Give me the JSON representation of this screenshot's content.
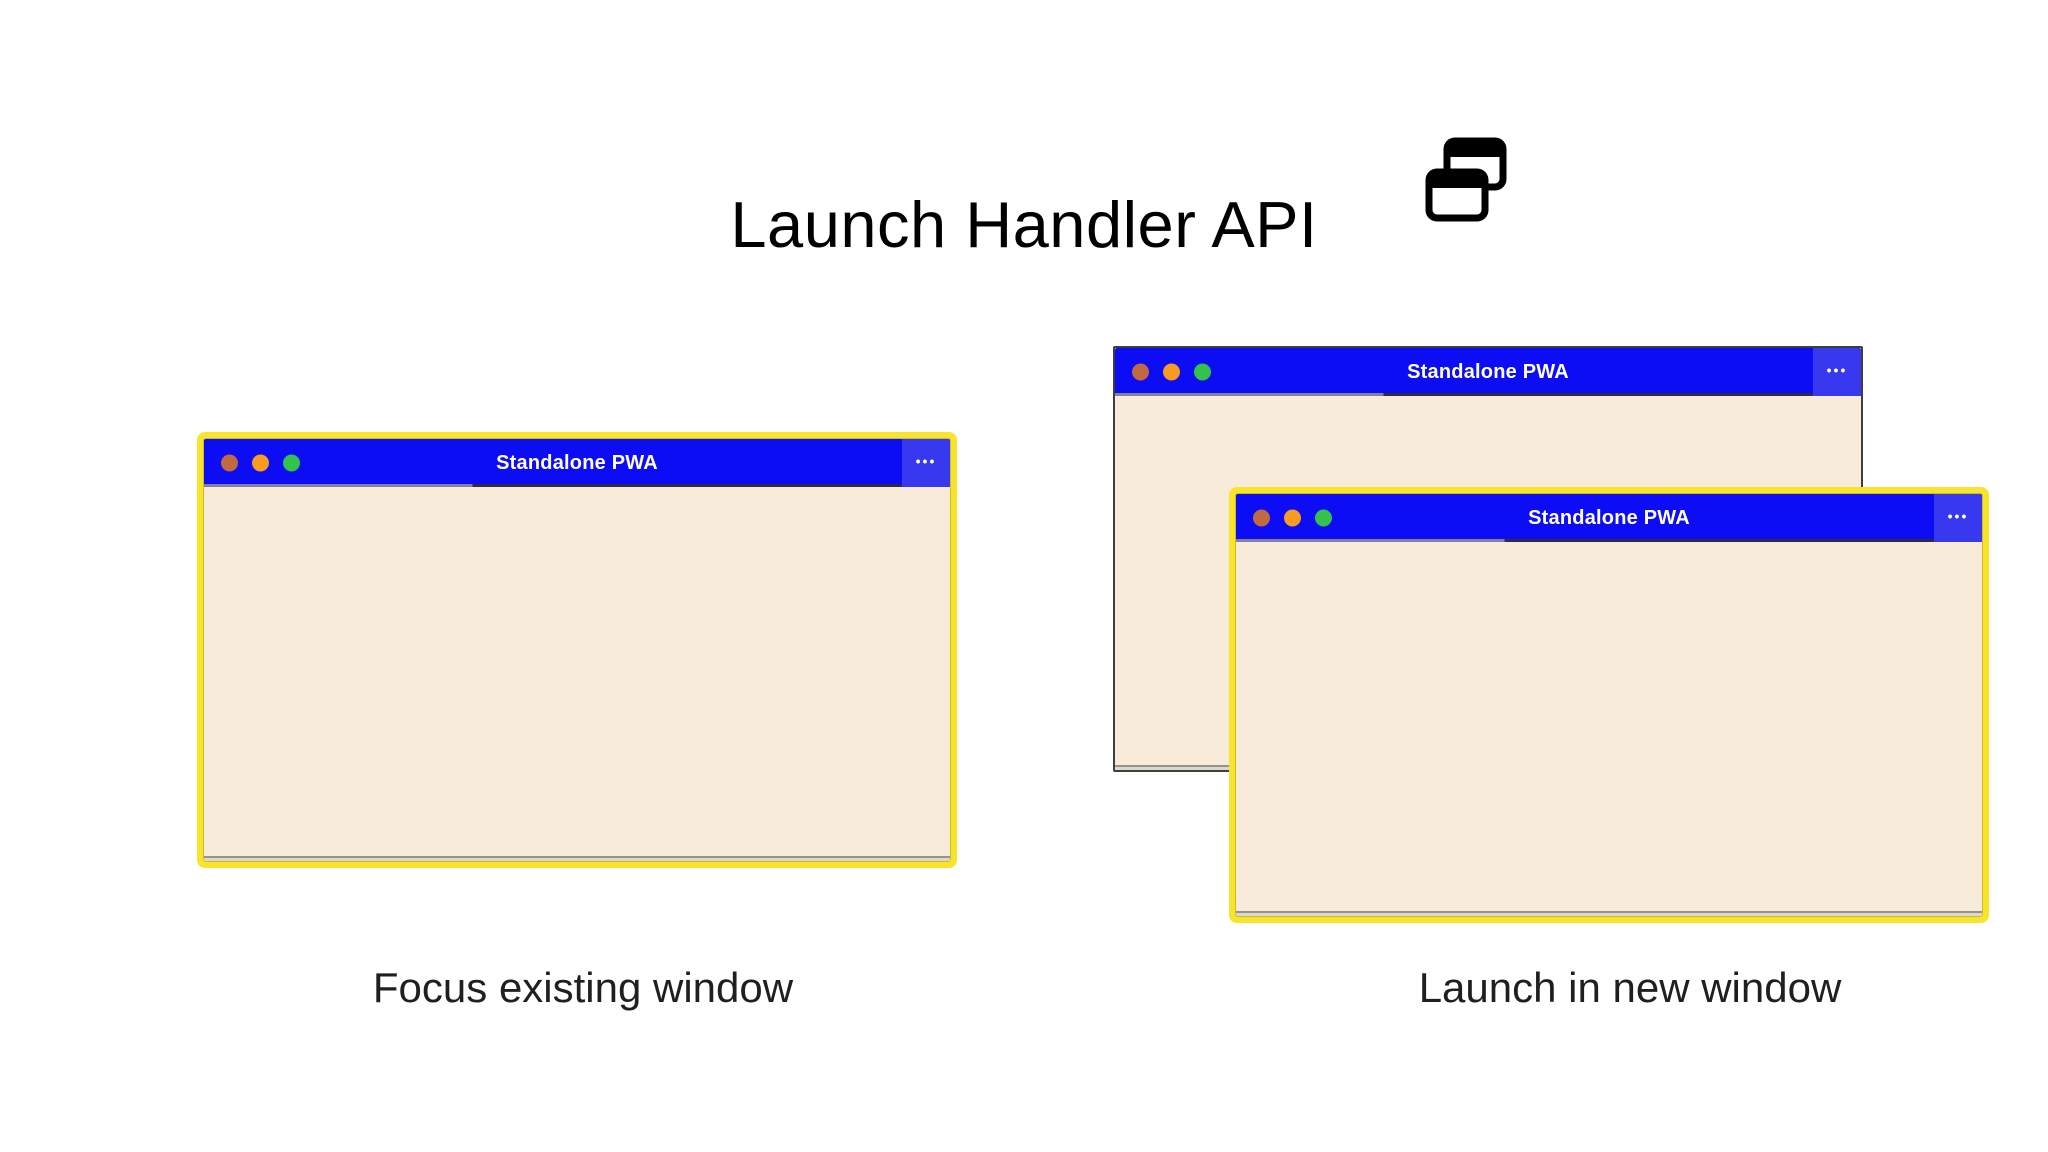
{
  "header": {
    "title": "Launch Handler API",
    "icon": "overlapping-windows-icon"
  },
  "shared": {
    "window_title": "Standalone PWA",
    "window_menu_ellipsis": "•••"
  },
  "panels": {
    "focus_existing": {
      "caption": "Focus existing window"
    },
    "launch_new": {
      "caption": "Launch in new window"
    }
  },
  "colors": {
    "page_background": "#ffffff",
    "title_text": "#000000",
    "caption_text": "#1f1f1f",
    "titlebar_blue": "#0c0cf5",
    "menu_button_blue": "#3838ef",
    "window_title_text": "#ffffff",
    "window_body_cream": "#f8ebd9",
    "highlight_yellow": "#f8e42c",
    "back_window_border": "#3e3e3e",
    "control_close": "#c06a40",
    "control_minimize": "#f79c21",
    "control_maximize": "#33c24a"
  }
}
